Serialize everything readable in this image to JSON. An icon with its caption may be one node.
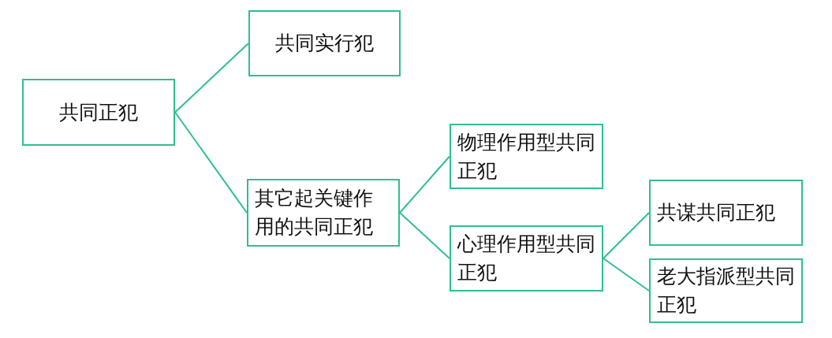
{
  "diagram": {
    "nodes": [
      {
        "text": [
          "共同正犯"
        ]
      },
      {
        "text": [
          "共同实行犯"
        ]
      },
      {
        "text": [
          "其它起关键作用的共同正犯"
        ]
      },
      {
        "text": [
          "物理作用型共同正犯"
        ]
      },
      {
        "text": [
          "心理作用型共同正犯"
        ]
      },
      {
        "text": [
          "共谋共同正犯"
        ]
      },
      {
        "text": [
          "老大指派型共同正犯"
        ]
      }
    ],
    "edges": [
      {
        "from": 0,
        "to": 1,
        "arrow": "none"
      },
      {
        "from": 0,
        "to": 2,
        "arrow": "none"
      },
      {
        "from": 2,
        "to": 3,
        "arrow": "none"
      },
      {
        "from": 2,
        "to": 4,
        "arrow": "none"
      },
      {
        "from": 4,
        "to": 5,
        "arrow": "none"
      },
      {
        "from": 4,
        "to": 6,
        "arrow": "none"
      }
    ]
  }
}
